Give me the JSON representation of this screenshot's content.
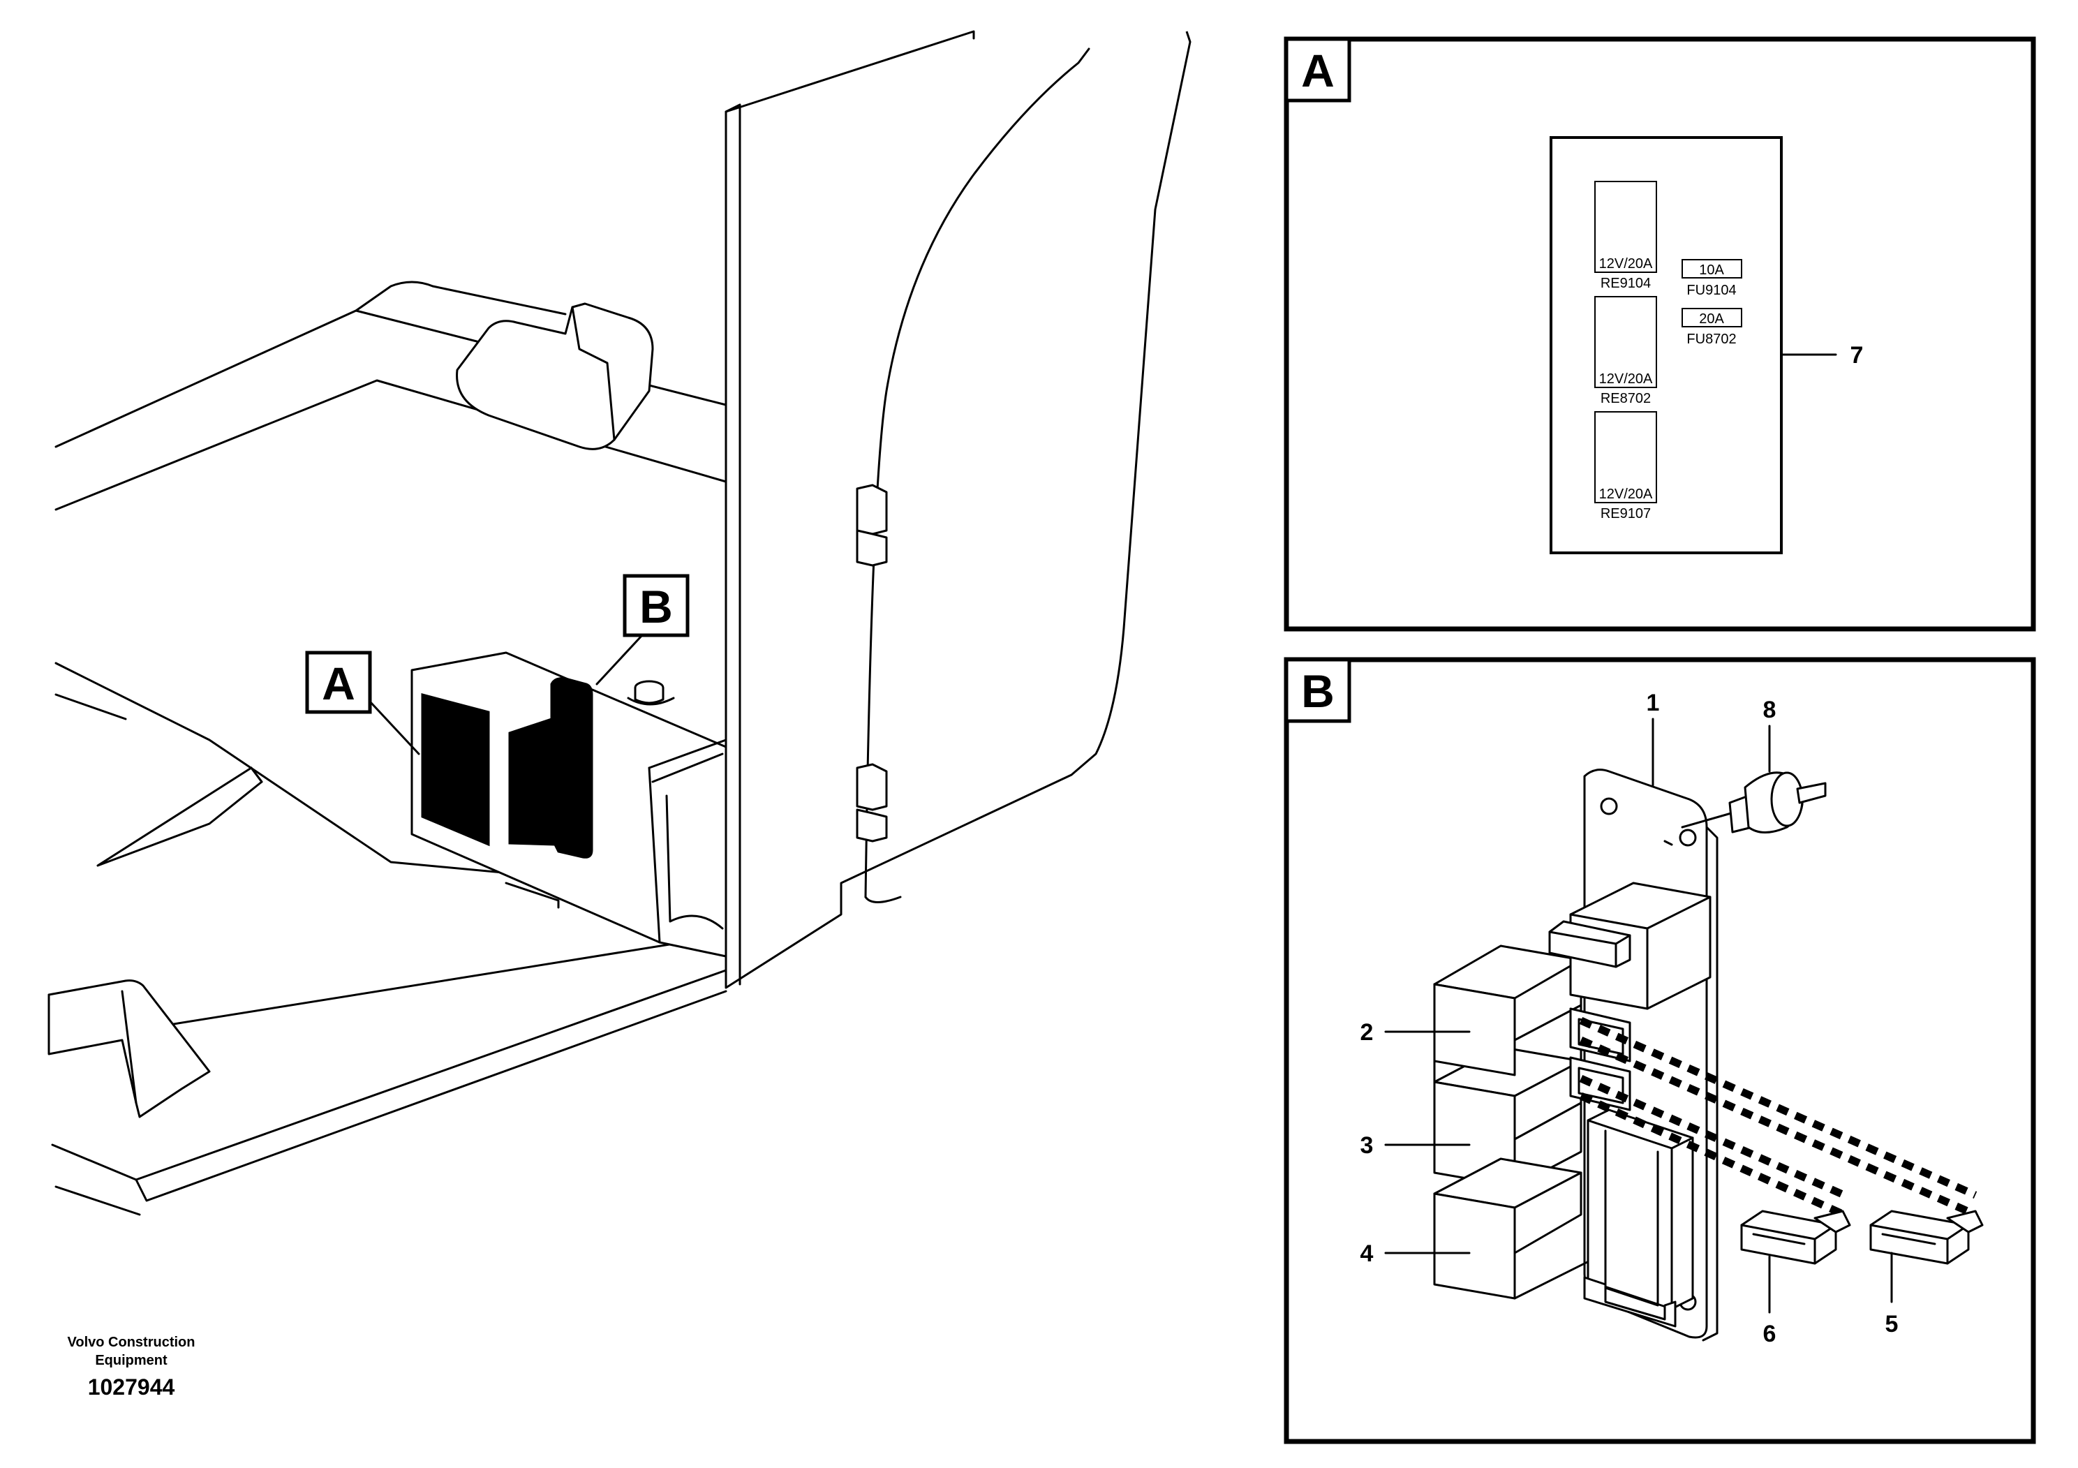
{
  "overview": {
    "callout_a": "A",
    "callout_b": "B"
  },
  "detail_a": {
    "title": "A",
    "item_label": "7",
    "relays": [
      {
        "rating": "12V/20A",
        "code": "RE9104"
      },
      {
        "rating": "12V/20A",
        "code": "RE8702"
      },
      {
        "rating": "12V/20A",
        "code": "RE9107"
      }
    ],
    "fuses": [
      {
        "rating": "10A",
        "code": "FU9104"
      },
      {
        "rating": "20A",
        "code": "FU8702"
      }
    ]
  },
  "detail_b": {
    "title": "B",
    "labels": {
      "bracket": "1",
      "relay_top": "2",
      "relay_middle": "3",
      "relay_bottom": "4",
      "fuse_right": "5",
      "fuse_left": "6",
      "switch": "8"
    }
  },
  "footer": {
    "company_line1": "Volvo Construction",
    "company_line2": "Equipment",
    "drawing_number": "1027944"
  },
  "colors": {
    "ink": "#000000",
    "paper": "#ffffff"
  }
}
